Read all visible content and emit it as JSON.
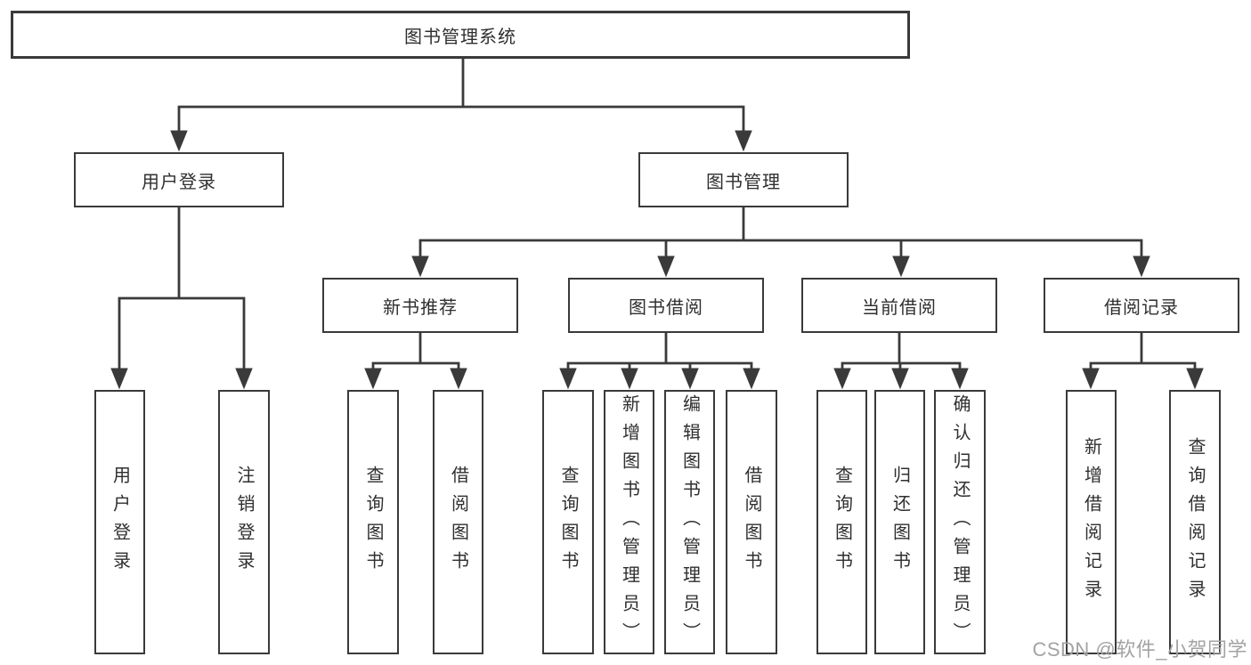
{
  "colors": {
    "background": "#ffffff",
    "line": "#3a3a3a",
    "box_border": "#3a3a3a",
    "text": "#2f2f2f",
    "watermark": "#a3a3a3"
  },
  "tree": {
    "root": {
      "label": "图书管理系统",
      "children": [
        {
          "label": "用户登录",
          "children": [
            {
              "label": "用户登录"
            },
            {
              "label": "注销登录"
            }
          ]
        },
        {
          "label": "图书管理",
          "children": [
            {
              "label": "新书推荐",
              "children": [
                {
                  "label": "查询图书"
                },
                {
                  "label": "借阅图书"
                }
              ]
            },
            {
              "label": "图书借阅",
              "children": [
                {
                  "label": "查询图书"
                },
                {
                  "label": "新增图书（管理员）"
                },
                {
                  "label": "编辑图书（管理员）"
                },
                {
                  "label": "借阅图书"
                }
              ]
            },
            {
              "label": "当前借阅",
              "children": [
                {
                  "label": "查询图书"
                },
                {
                  "label": "归还图书"
                },
                {
                  "label": "确认归还（管理员）"
                }
              ]
            },
            {
              "label": "借阅记录",
              "children": [
                {
                  "label": "新增借阅记录"
                },
                {
                  "label": "查询借阅记录"
                }
              ]
            }
          ]
        }
      ]
    }
  },
  "watermark": {
    "text": "CSDN @软件_小贺同学"
  }
}
